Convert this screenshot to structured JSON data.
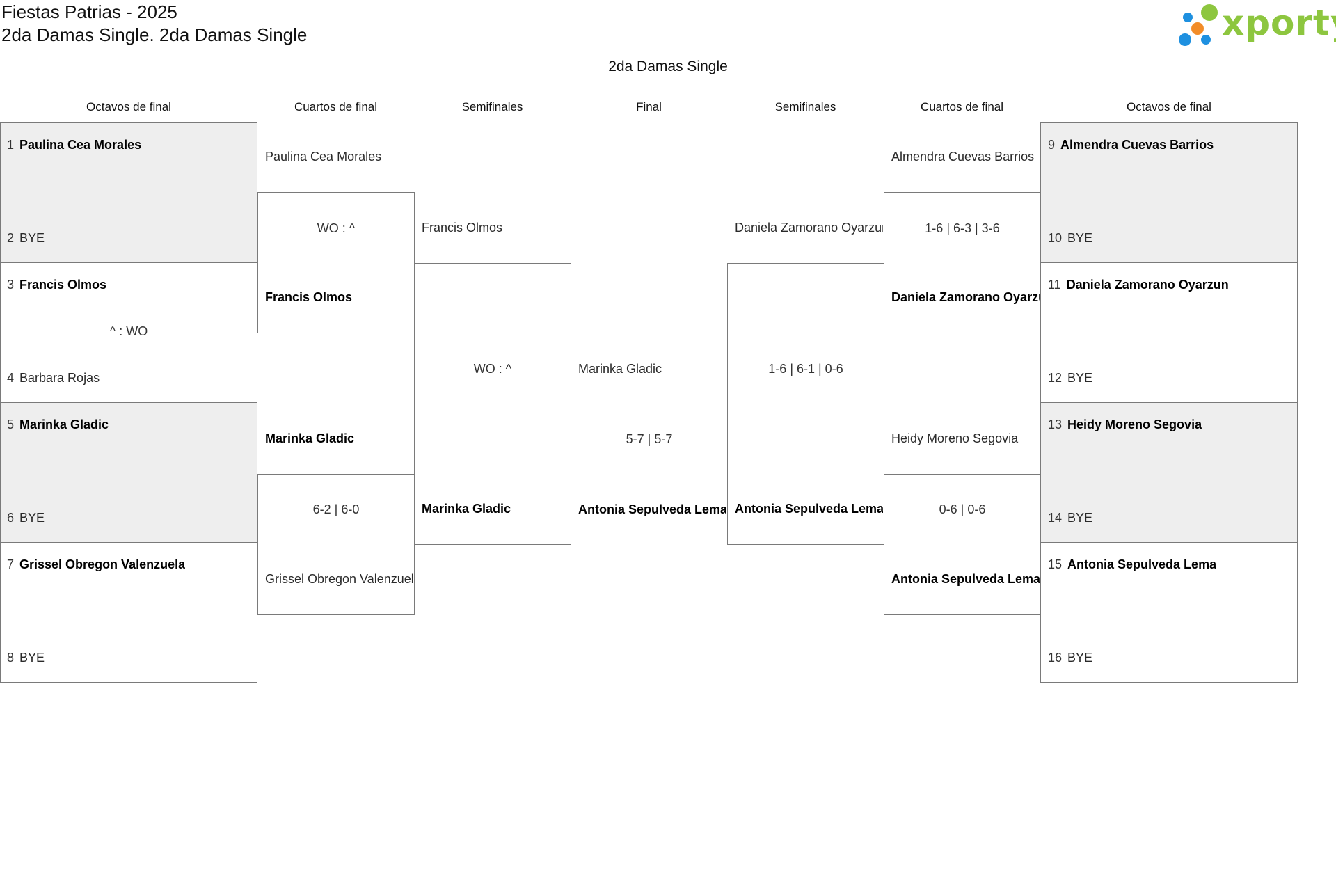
{
  "header": {
    "tournament": "Fiestas Patrias - 2025",
    "category": "2da Damas Single. 2da Damas Single",
    "event_title": "2da Damas Single"
  },
  "logo": {
    "text": "xporty",
    "colors": {
      "text": "#8dc63f",
      "blue": "#1e90e0",
      "orange": "#f28c28",
      "green": "#8dc63f"
    }
  },
  "rounds": {
    "left_r16": "Octavos de final",
    "left_qf": "Cuartos de final",
    "left_sf": "Semifinales",
    "final": "Final",
    "right_sf": "Semifinales",
    "right_qf": "Cuartos de final",
    "right_r16": "Octavos de final"
  },
  "left_r16": [
    {
      "seed1": "1",
      "p1": "Paulina Cea Morales",
      "seed2": "2",
      "p2": "BYE",
      "score": ""
    },
    {
      "seed1": "3",
      "p1": "Francis Olmos",
      "seed2": "4",
      "p2": "Barbara Rojas",
      "score": "^ : WO"
    },
    {
      "seed1": "5",
      "p1": "Marinka Gladic",
      "seed2": "6",
      "p2": "BYE",
      "score": ""
    },
    {
      "seed1": "7",
      "p1": "Grissel Obregon Valenzuela",
      "seed2": "8",
      "p2": "BYE",
      "score": ""
    }
  ],
  "right_r16": [
    {
      "seed1": "9",
      "p1": "Almendra Cuevas Barrios",
      "seed2": "10",
      "p2": "BYE",
      "score": ""
    },
    {
      "seed1": "11",
      "p1": "Daniela Zamorano Oyarzun",
      "seed2": "12",
      "p2": "BYE",
      "score": ""
    },
    {
      "seed1": "13",
      "p1": "Heidy Moreno Segovia",
      "seed2": "14",
      "p2": "BYE",
      "score": ""
    },
    {
      "seed1": "15",
      "p1": "Antonia Sepulveda Lema",
      "seed2": "16",
      "p2": "BYE",
      "score": ""
    }
  ],
  "left_qf": [
    {
      "p1": "Paulina Cea Morales",
      "p2": "Francis Olmos",
      "score": "WO : ^"
    },
    {
      "p1": "Marinka Gladic",
      "p2": "Grissel Obregon Valenzuela",
      "score": "6-2 | 6-0"
    }
  ],
  "right_qf": [
    {
      "p1": "Almendra Cuevas Barrios",
      "p2": "Daniela Zamorano Oyarzun",
      "score": "1-6 | 6-3 | 3-6"
    },
    {
      "p1": "Heidy Moreno Segovia",
      "p2": "Antonia Sepulveda Lema",
      "score": "0-6 | 0-6"
    }
  ],
  "left_sf": {
    "p1": "Francis Olmos",
    "p2": "Marinka Gladic",
    "score": "WO : ^"
  },
  "right_sf": {
    "p1": "Daniela Zamorano Oyarzun",
    "p2": "Antonia Sepulveda Lema",
    "score": "1-6 | 6-1 | 0-6"
  },
  "final": {
    "p1": "Marinka Gladic",
    "p2": "Antonia Sepulveda Lema",
    "score": "5-7 | 5-7"
  }
}
